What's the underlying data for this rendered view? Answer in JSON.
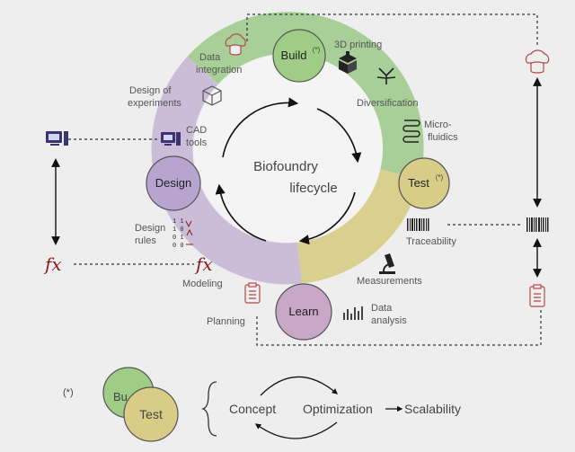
{
  "nodes": {
    "build": {
      "label": "Build",
      "mark": "(*)"
    },
    "test": {
      "label": "Test",
      "mark": "(*)"
    },
    "learn": {
      "label": "Learn"
    },
    "design": {
      "label": "Design"
    }
  },
  "center": {
    "line1": "Biofoundry",
    "line2": "lifecycle"
  },
  "labels": {
    "data_integration": [
      "Data",
      "integration"
    ],
    "design_of_experiments": [
      "Design of",
      "experiments"
    ],
    "cad_tools": [
      "CAD",
      "tools"
    ],
    "design_rules": [
      "Design",
      "rules"
    ],
    "modeling": "Modeling",
    "planning": "Planning",
    "printing_3d": "3D printing",
    "diversification": "Diversification",
    "microfluidics": [
      "Micro-",
      "fluidics"
    ],
    "traceability": "Traceability",
    "measurements": "Measurements",
    "data_analysis": [
      "Data",
      "analysis"
    ]
  },
  "logic_glyphs": [
    "1 1",
    "1 0",
    "0 1",
    "0 0"
  ],
  "fx": "fx",
  "legend": {
    "mark": "(*)",
    "build_partial": "Bu",
    "test": "Test",
    "concept": "Concept",
    "optimization": "Optimization",
    "scalability": "Scalability"
  },
  "colors": {
    "design_segment": "#cbbcd8",
    "build_segment": "#a9cf98",
    "test_segment": "#d9d08f",
    "learn_segment": "#b9c48a",
    "design_node": "#b7a5cf",
    "build_node": "#9fcd86",
    "test_node": "#d8cc86",
    "learn_node": "#c8a6c6",
    "fx": "#8b1a1a",
    "icon_red": "#b24a4a",
    "dark": "#222222"
  },
  "icons": [
    "cloud-database-icon",
    "printer-3d-icon",
    "diversification-icon",
    "microfluidics-icon",
    "barcode-icon",
    "microscope-icon",
    "bar-chart-icon",
    "clipboard-icon",
    "computer-icon",
    "cube-icon"
  ]
}
